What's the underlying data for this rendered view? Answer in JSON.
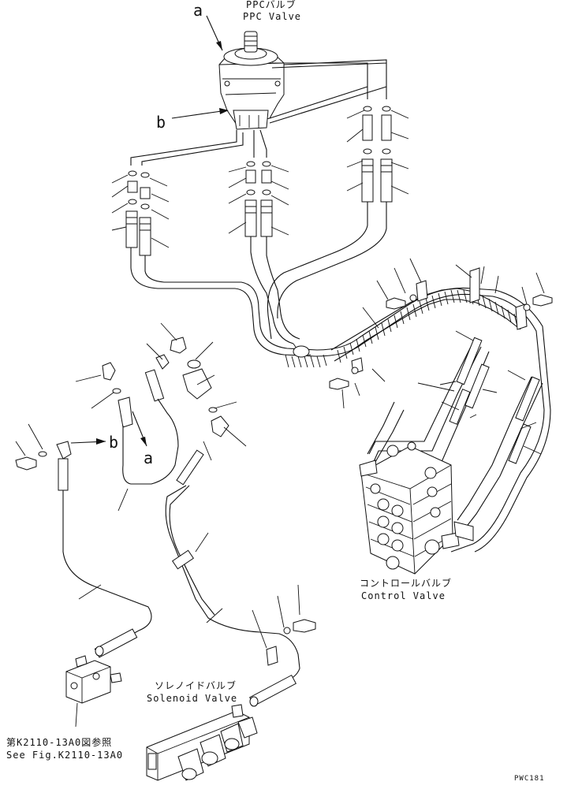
{
  "labels": {
    "ppc_valve_ja": "PPCバルブ",
    "ppc_valve_en": "PPC Valve",
    "control_valve_ja": "コントロールバルブ",
    "control_valve_en": "Control Valve",
    "solenoid_valve_ja": "ソレノイドバルブ",
    "solenoid_valve_en": "Solenoid Valve",
    "see_fig_ja": "第K2110-13A0図参照",
    "see_fig_en": "See Fig.K2110-13A0",
    "ref_a_top": "a",
    "ref_b_top": "b",
    "ref_a_left": "a",
    "ref_b_left": "b",
    "figure_code": "PWC181"
  },
  "icons": [
    "ppc-valve-icon",
    "control-valve-icon",
    "solenoid-valve-icon",
    "block-valve-icon",
    "hose-icon",
    "bolt-icon",
    "washer-icon",
    "elbow-fitting-icon",
    "clamp-icon"
  ]
}
